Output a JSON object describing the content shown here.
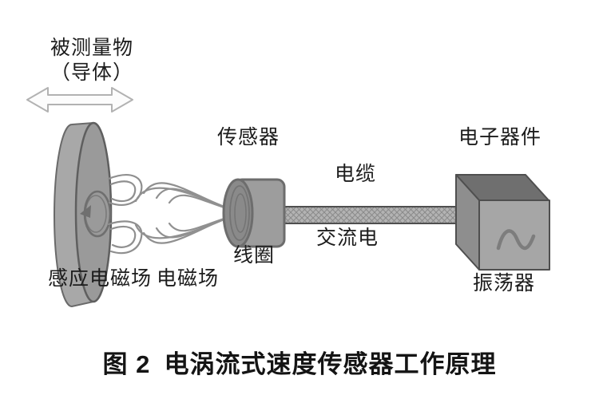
{
  "figure": {
    "caption": {
      "figure_label": "图 2",
      "title": "电涡流式速度传感器工作原理"
    },
    "labels": {
      "measured_object_line1": "被测量物",
      "measured_object_line2": "（导体）",
      "sensor": "传感器",
      "cable": "电缆",
      "ac_current": "交流电",
      "coil": "线圈",
      "electronic_device": "电子器件",
      "oscillator": "振荡器",
      "induced_field": "感应电磁场",
      "em_field": "电磁场"
    },
    "icons": {
      "motion_arrow": "double-headed-horizontal-arrow",
      "sine_wave": "sine-wave-symbol",
      "eddy_loop": "circular-eddy-current-arrow"
    },
    "colors": {
      "disk_rim": "#a8a8a8",
      "disk_face": "#9a9a9a",
      "sensor_body": "#9d9d9d",
      "sensor_face": "#8a8a8a",
      "cable_fill": "#b3b3b3",
      "box_front": "#a6a6a6",
      "box_top": "#6f6f6f",
      "box_side": "#8e8e8e",
      "field_line": "#8f8f8f",
      "outline": "#5f5f5f",
      "text": "#1c1c1c",
      "background": "#ffffff"
    }
  }
}
